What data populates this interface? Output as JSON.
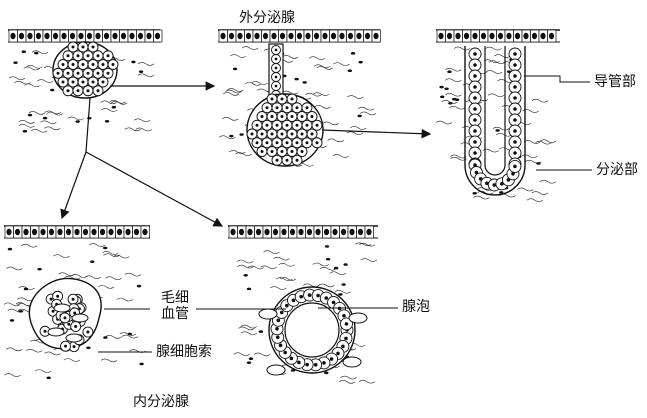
{
  "labels": {
    "exocrine_gland": "外分泌腺",
    "endocrine_gland": "内分泌腺",
    "duct_part": "导管部",
    "secretory_part": "分泌部",
    "capillary_line1": "毛细",
    "capillary_line2": "血管",
    "gland_cell_cords": "腺细胞索",
    "acinus": "腺泡"
  },
  "colors": {
    "ink": "#111111",
    "tissue": "#222222",
    "paper": "#ffffff"
  }
}
